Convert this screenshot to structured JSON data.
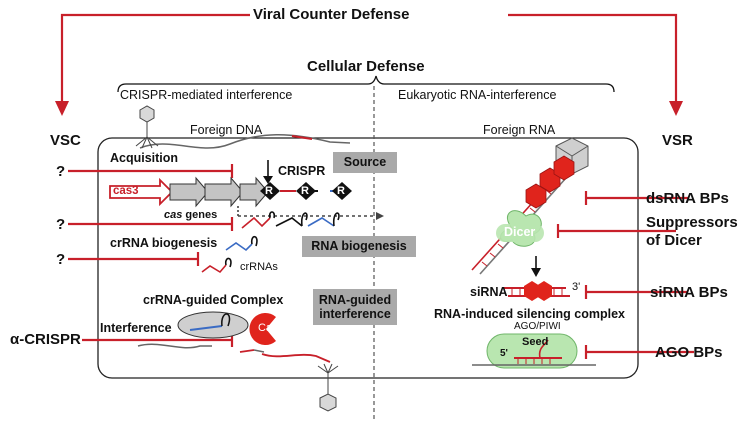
{
  "viral_counter_defense": "Viral Counter Defense",
  "cellular_defense": "Cellular Defense",
  "left_header": "CRISPR-mediated interference",
  "right_header": "Eukaryotic RNA-interference",
  "vsc": "VSC",
  "vsr": "VSR",
  "foreign_dna": "Foreign DNA",
  "foreign_rna": "Foreign RNA",
  "acquisition": "Acquisition",
  "crispr": "CRISPR",
  "cas3": "cas3",
  "cas_genes_italic": "cas",
  "cas_genes_rest": " genes",
  "repeat_letter": "R",
  "crrna_biogenesis": "crRNA biogenesis",
  "crrnas": "crRNAs",
  "crrna_guided_complex": "crRNA-guided Complex",
  "interference": "Interference",
  "cas3_protein": "Cas3",
  "source_box": "Source",
  "rna_biogenesis_box": "RNA biogenesis",
  "rna_guided_box_line1": "RNA-guided",
  "rna_guided_box_line2": "interference",
  "question_mark": "?",
  "alpha_crispr": "α-CRISPR",
  "dicer": "Dicer",
  "sirna": "siRNA",
  "three_prime": "3'",
  "five_prime": "5'",
  "risc": "RNA-induced silencing complex",
  "ago_piwi": "AGO/PIWI",
  "seed": "Seed",
  "dsrna_bps": "dsRNA BPs",
  "suppressors_line1": "Suppressors",
  "suppressors_line2": "of Dicer",
  "sirna_bps": "siRNA BPs",
  "ago_bps": "AGO BPs",
  "colors": {
    "inhibitor_red": "#c8202a",
    "box_grey": "#a9a9a9",
    "dicer_green": "#b9e6b0",
    "hexagon_red": "#e0241c",
    "crrna_blue": "#3a6bc4"
  }
}
